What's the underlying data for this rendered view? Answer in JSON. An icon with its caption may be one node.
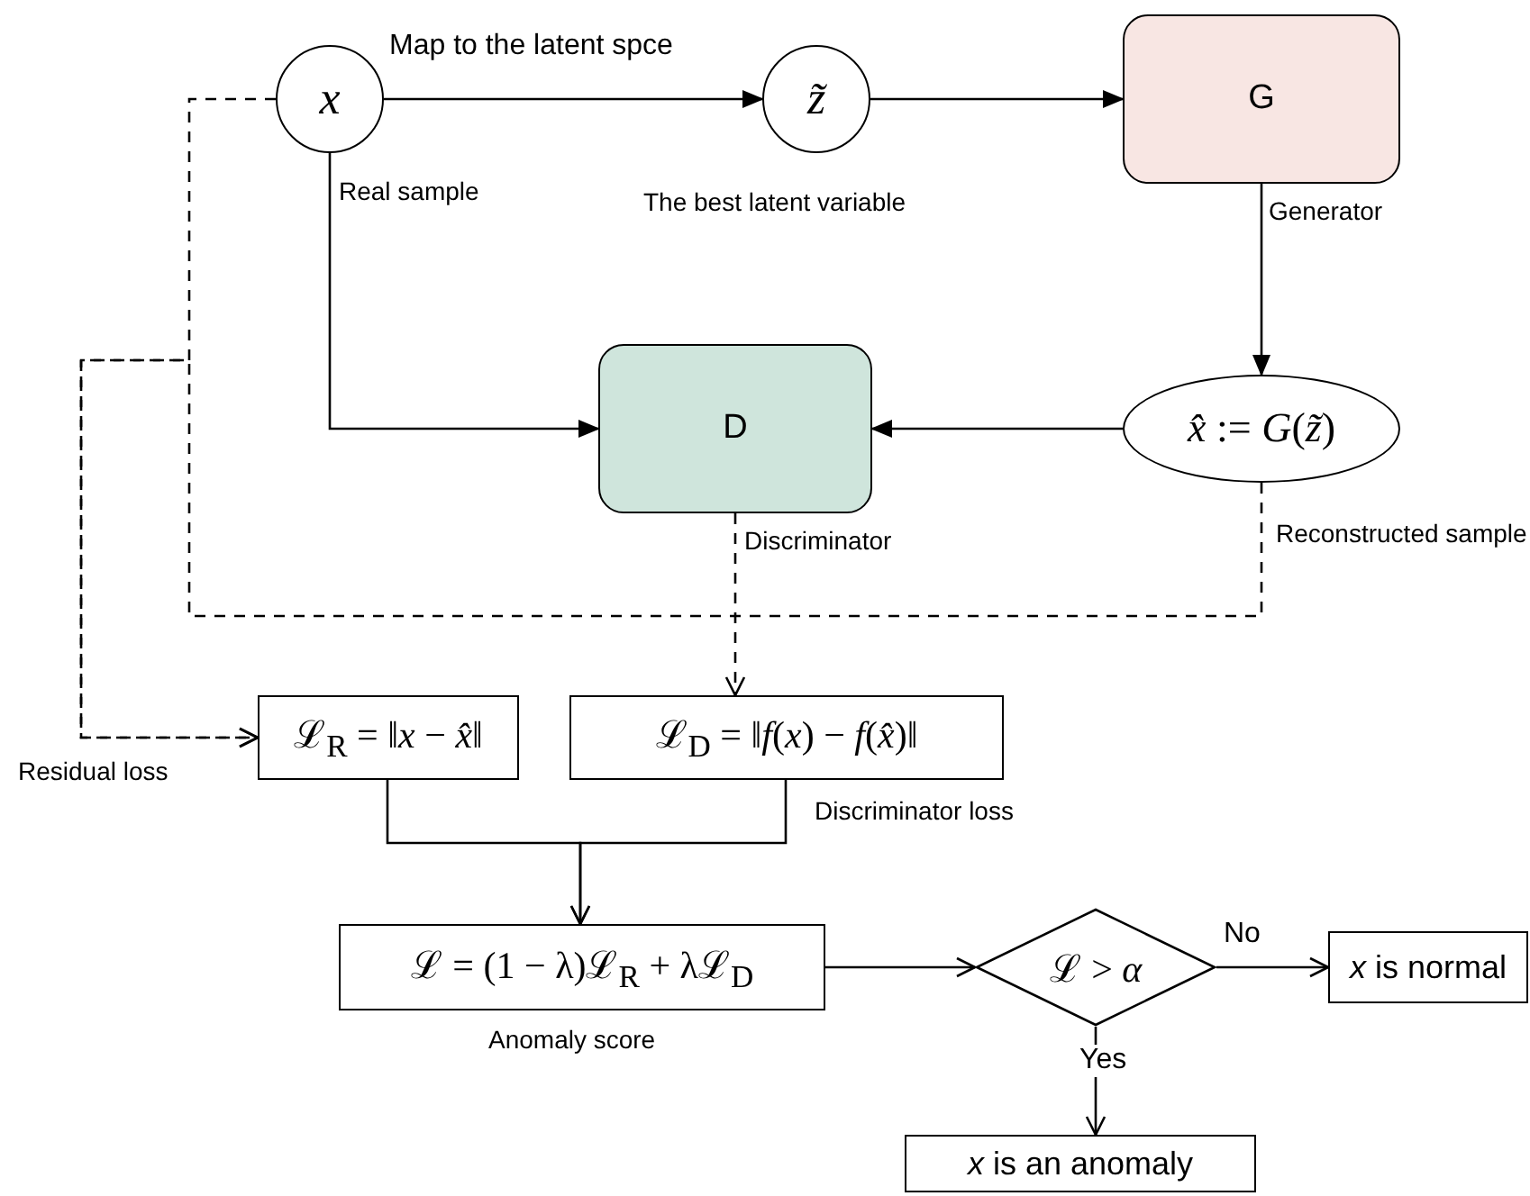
{
  "diagram": {
    "nodes": [
      {
        "text": [
          "x"
        ],
        "beside": [
          "Real sample"
        ]
      },
      {
        "text": [
          "z̃"
        ],
        "beside": [
          "The best latent variable"
        ]
      },
      {
        "text": [
          "G"
        ],
        "beside": [
          "Generator"
        ]
      },
      {
        "text": [
          "D"
        ],
        "beside": [
          "Discriminator"
        ]
      },
      {
        "text": [
          "*x̂* := *G*(*z̃*)"
        ],
        "beside": [
          "Reconstructed sample"
        ]
      },
      {
        "text": [
          "ℒ$_{R}$ = ‖*x* − *x̂*‖"
        ],
        "beside": [
          "Residual loss"
        ]
      },
      {
        "text": [
          "ℒ$_{D}$ = ‖*f*(*x*) − *f*(*x̂*)‖"
        ],
        "beside": [
          "Discriminator loss"
        ]
      },
      {
        "text": [
          "ℒ = (1 − λ)ℒ$_{R}$ + λℒ$_{D}$"
        ],
        "beside": [
          "Anomaly score"
        ]
      },
      {
        "text": [
          "ℒ > *α*"
        ]
      },
      {
        "text": [
          "*x* is normal"
        ]
      },
      {
        "text": [
          "*x* is an anomaly"
        ]
      }
    ],
    "edges": [
      {
        "from": 0,
        "to": 1,
        "arrow": "to",
        "label": "Map to the latent spce"
      },
      {
        "from": 1,
        "to": 2,
        "arrow": "to"
      },
      {
        "from": 2,
        "to": 4,
        "arrow": "to"
      },
      {
        "from": 4,
        "to": 3,
        "arrow": "to"
      },
      {
        "from": 0,
        "to": 3,
        "arrow": "to"
      },
      {
        "from": 0,
        "to": 5,
        "arrow": "to",
        "style": "dashed"
      },
      {
        "from": 4,
        "to": 5,
        "arrow": "to",
        "style": "dashed"
      },
      {
        "from": 3,
        "to": 6,
        "arrow": "to",
        "style": "dashed"
      },
      {
        "from": 5,
        "to": 7,
        "arrow": "to"
      },
      {
        "from": 6,
        "to": 7,
        "arrow": "to"
      },
      {
        "from": 7,
        "to": 8,
        "arrow": "to"
      },
      {
        "from": 8,
        "to": 9,
        "arrow": "to",
        "label": "No"
      },
      {
        "from": 8,
        "to": 10,
        "arrow": "to",
        "label": "Yes"
      }
    ]
  }
}
